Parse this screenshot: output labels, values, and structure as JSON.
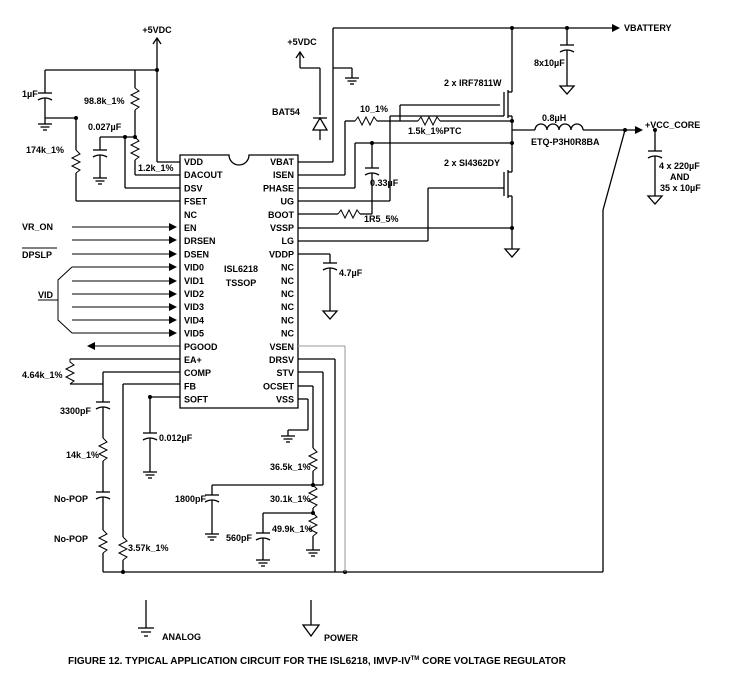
{
  "chip": {
    "name": "ISL6218",
    "package": "TSSOP",
    "left_pins": [
      "VDD",
      "DACOUT",
      "DSV",
      "FSET",
      "NC",
      "EN",
      "DRSEN",
      "DSEN",
      "VID0",
      "VID1",
      "VID2",
      "VID3",
      "VID4",
      "VID5",
      "PGOOD",
      "EA+",
      "COMP",
      "FB",
      "SOFT"
    ],
    "right_pins": [
      "VBAT",
      "ISEN",
      "PHASE",
      "UG",
      "BOOT",
      "VSSP",
      "LG",
      "VDDP",
      "NC",
      "NC",
      "NC",
      "NC",
      "NC",
      "NC",
      "VSEN",
      "DRSV",
      "STV",
      "OCSET",
      "VSS"
    ]
  },
  "labels": {
    "vdc_left": "+5VDC",
    "vdc_right": "+5VDC",
    "vbattery": "VBATTERY",
    "vcc_core": "+VCC_CORE",
    "c_1uf": "1µF",
    "r_98k8": "98.8k_1%",
    "c_0027": "0.027µF",
    "r_174k": "174k_1%",
    "r_1k2": "1.2k_1%",
    "bat54": "BAT54",
    "r_10": "10_1%",
    "r_1k5": "1.5k_1%PTC",
    "c_033": "0.33µF",
    "r_1r5": "1R5_5%",
    "c_47": "4.7µF",
    "c_8x10": "8x10µF",
    "q_high": "2 x IRF7811W",
    "q_low": "2 x SI4362DY",
    "inductor": "0.8µH",
    "inductor_part": "ETQ-P3H0R8BA",
    "c_out1": "4 x 220µF",
    "c_out2": "AND",
    "c_out3": "35 x 10µF",
    "vr_on": "VR_ON",
    "dpslp": "DPSLP",
    "vid": "VID",
    "r_464k": "4.64k_1%",
    "c_3300": "3300pF",
    "r_14k": "14k_1%",
    "nopop1": "No-POP",
    "nopop2": "No-POP",
    "r_357k": "3.57k_1%",
    "c_0012": "0.012µF",
    "r_365k": "36.5k_1%",
    "c_1800": "1800pF",
    "r_301k": "30.1k_1%",
    "c_560": "560pF",
    "r_499k": "49.9k_1%",
    "legend_analog": "ANALOG",
    "legend_power": "POWER"
  },
  "caption": {
    "main": "FIGURE 12. TYPICAL APPLICATION CIRCUIT FOR THE ISL6218, IMVP-IV",
    "tm": "TM",
    "tail": " CORE VOLTAGE REGULATOR"
  }
}
